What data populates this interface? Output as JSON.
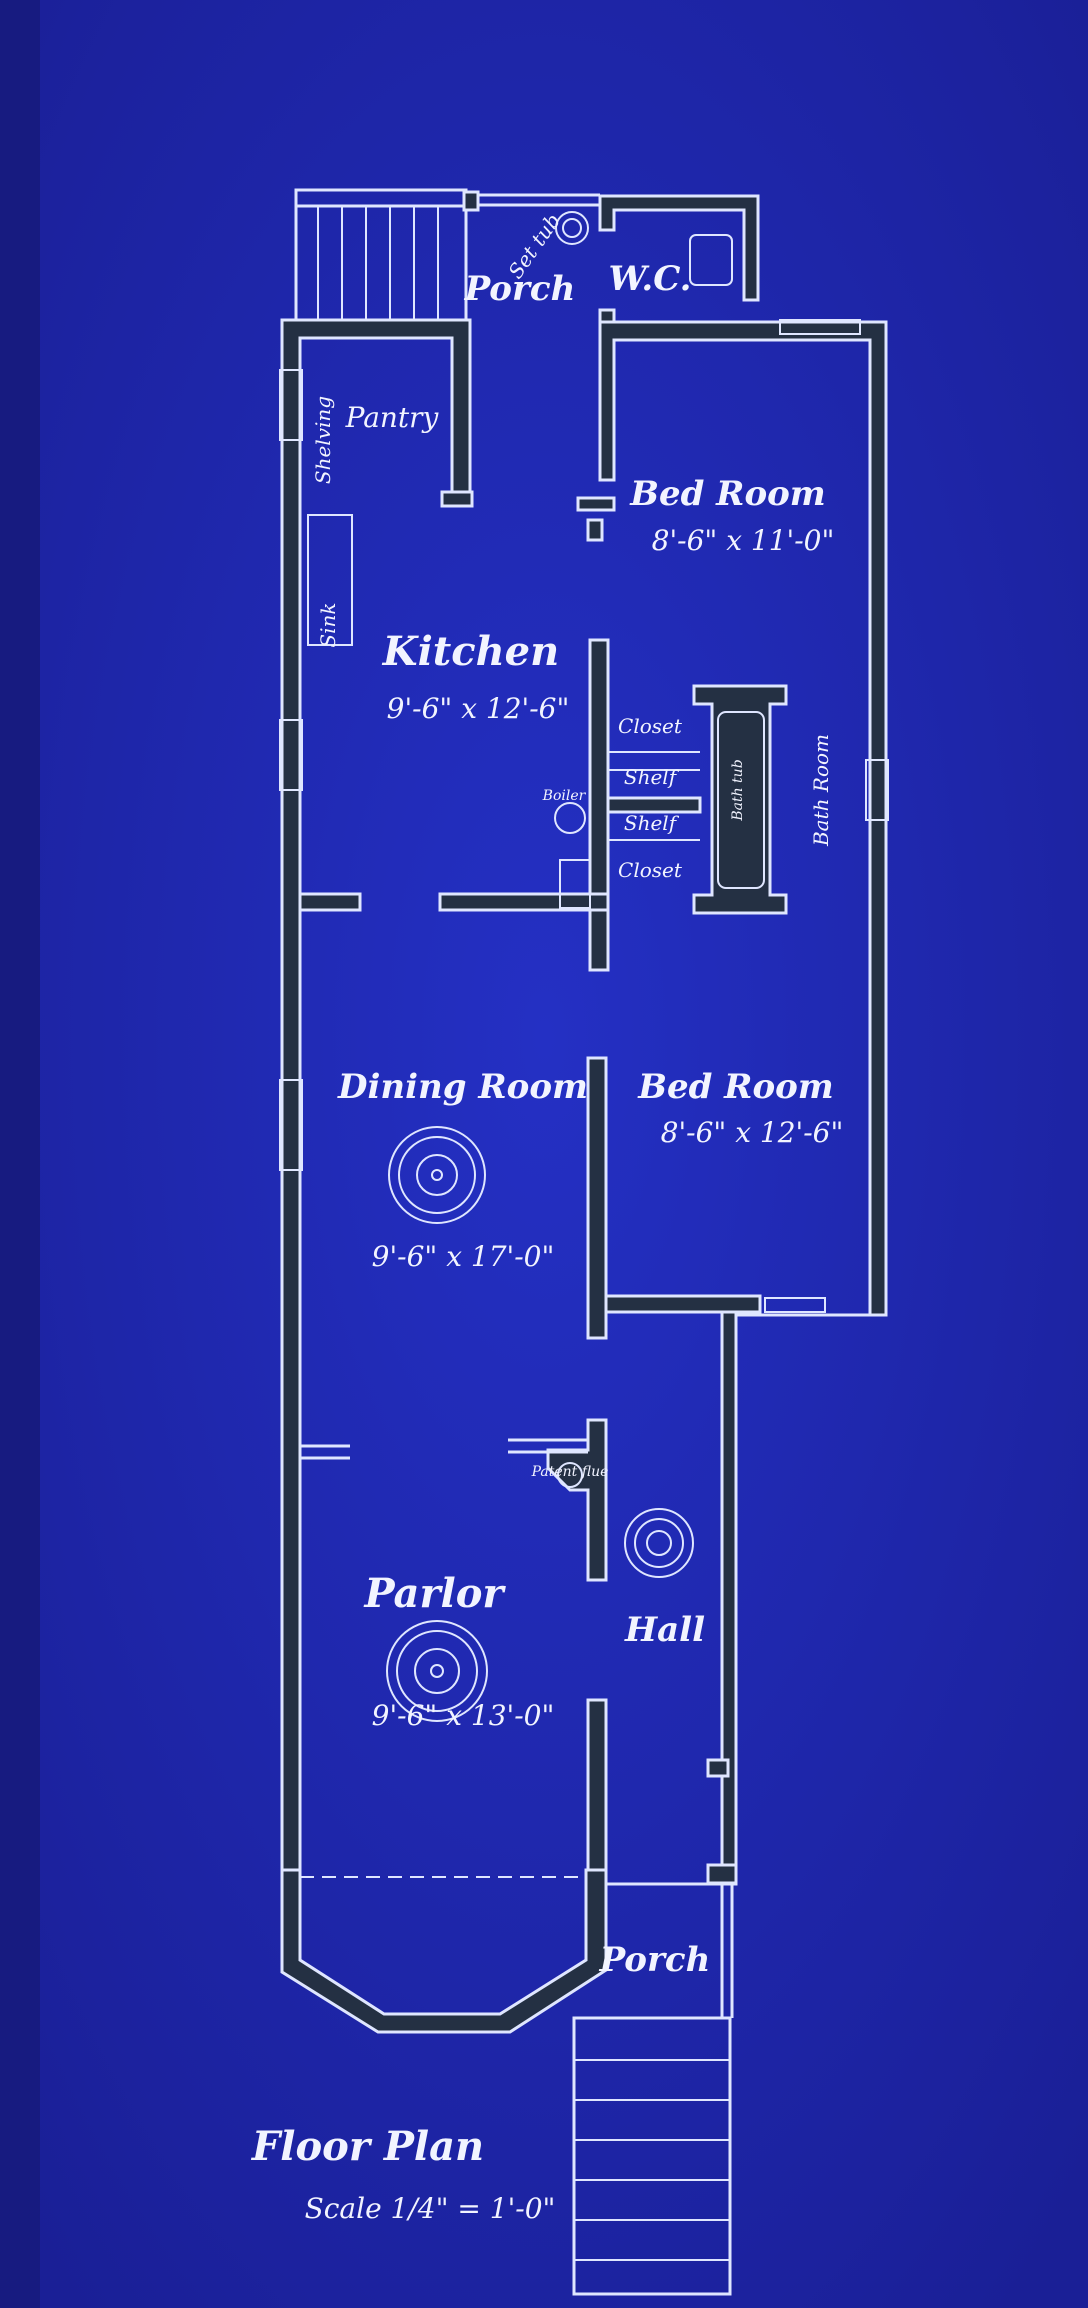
{
  "plan": {
    "title": "Floor Plan",
    "scale": "Scale 1/4\" = 1'-0\"",
    "rooms": {
      "rear_porch": "Porch",
      "set_tub": "Set tub",
      "wc": "W.C.",
      "pantry": "Pantry",
      "shelving": "Shelving",
      "sink": "Sink",
      "kitchen": "Kitchen",
      "kitchen_dims": "9'-6\" x 12'-6\"",
      "bed_room_1": "Bed Room",
      "bed_room_1_dims": "8'-6\" x 11'-0\"",
      "closet_1": "Closet",
      "shelf_1": "Shelf",
      "shelf_2": "Shelf",
      "closet_2": "Closet",
      "bath_tub": "Bath tub",
      "bath_room": "Bath Room",
      "boiler": "Boiler",
      "dining_room": "Dining Room",
      "dining_room_dims": "9'-6\" x 17'-0\"",
      "bed_room_2": "Bed Room",
      "bed_room_2_dims": "8'-6\" x 12'-6\"",
      "patent_flue": "Patent flue",
      "parlor": "Parlor",
      "parlor_dims": "9'-6\" x 13'-0\"",
      "hall": "Hall",
      "front_porch": "Porch"
    },
    "colors": {
      "paper": "#1f27b5",
      "line": "#dfe6ff",
      "wall": "#243043"
    }
  }
}
